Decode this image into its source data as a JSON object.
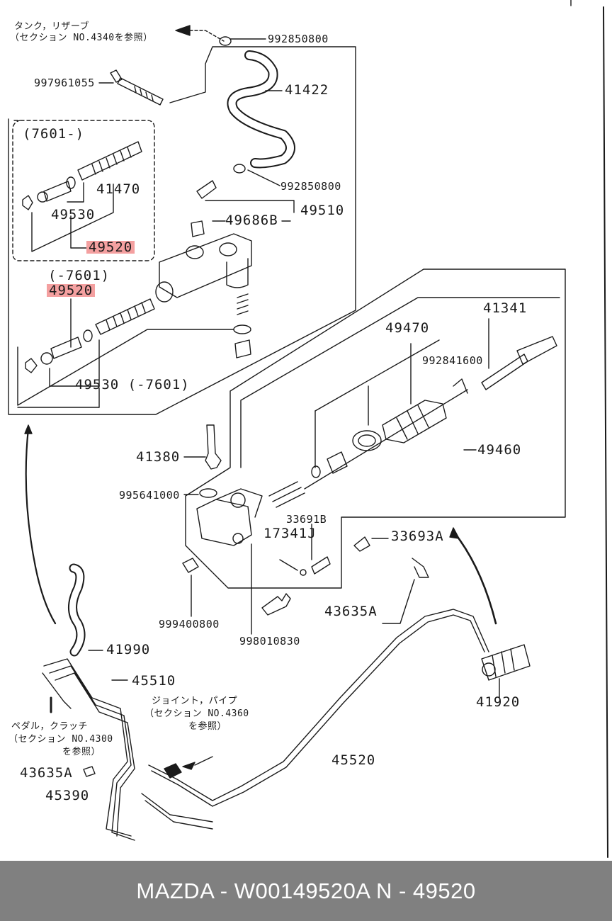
{
  "notes": {
    "tank_line1": "タンク，リザーブ",
    "tank_line2": "（セクション NO.4340を参照）",
    "pedal_line1": "ペダル，クラッチ",
    "pedal_line2": "（セクション NO.4300",
    "pedal_line3": "を参照）",
    "joint_line1": "ジョイント，パイプ",
    "joint_line2": "（セクション NO.4360",
    "joint_line3": "を参照）"
  },
  "labels": {
    "p992850800a": "992850800",
    "p997961055": "997961055",
    "p41422": "41422",
    "p7601_from": "(7601-)",
    "p41470": "41470",
    "p49530a": "49530",
    "p49520a": "49520",
    "p992850800b": "992850800",
    "p49686b": "49686B",
    "p49510": "49510",
    "p7601_to": "(-7601)",
    "p49520b": "49520",
    "p49530b": "49530 (-7601)",
    "p41341": "41341",
    "p49470": "49470",
    "p992841600": "992841600",
    "p41380": "41380",
    "p49460": "49460",
    "p995641000": "995641000",
    "p33691b": "33691B",
    "p17341j": "17341J",
    "p33693a": "33693A",
    "p43635a_right": "43635A",
    "p999400800": "999400800",
    "p998010830": "998010830",
    "p41990": "41990",
    "p45510": "45510",
    "p45520": "45520",
    "p41920": "41920",
    "p43635a_left": "43635A",
    "p45390": "45390"
  },
  "footer": {
    "text": "MAZDA - W00149520A     N - 49520"
  },
  "colors": {
    "highlight": "#f4a0a0",
    "footer_bg": "#808080",
    "footer_text": "#ffffff",
    "line": "#1a1a1a"
  }
}
